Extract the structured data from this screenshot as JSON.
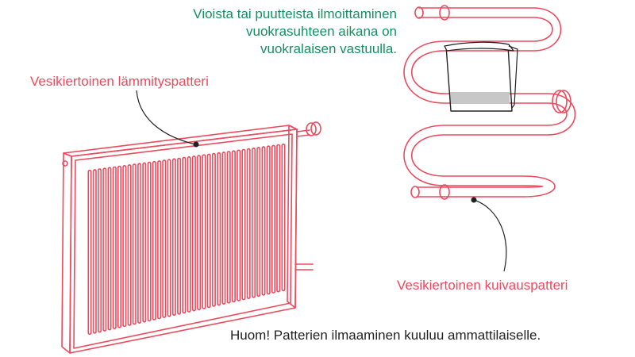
{
  "labels": {
    "panel_radiator": "Vesikiertoinen lämmityspatteri",
    "towel_rail": "Vesikiertoinen kuivauspatteri",
    "tenant_note": "Vioista tai puutteista ilmoittaminen vuokrasuhteen aikana on vuokralaisen vastuulla.",
    "bleeding_note": "Huom! Patterien ilmaaminen kuuluu ammattilaiselle."
  },
  "colors": {
    "line": "#ec4a5d",
    "note_green": "#149063",
    "text_dark": "#222222",
    "towel_band": "#c7c7c7"
  }
}
